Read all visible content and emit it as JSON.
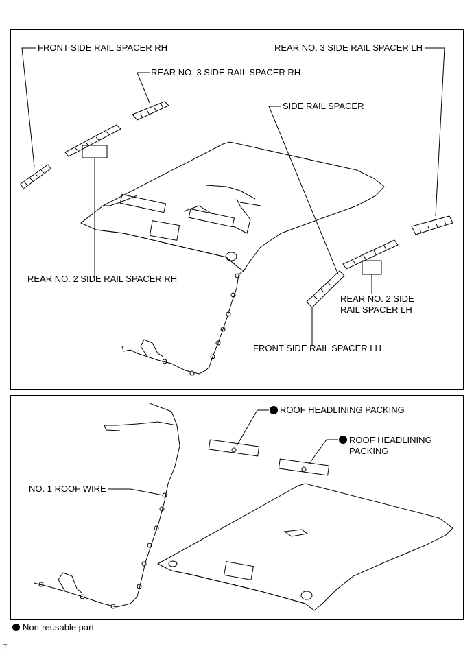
{
  "top_panel": {
    "labels": {
      "front_side_rail_spacer_rh": "FRONT SIDE RAIL SPACER RH",
      "rear_no3_side_rail_spacer_rh": "REAR NO. 3 SIDE RAIL SPACER RH",
      "rear_no3_side_rail_spacer_lh": "REAR NO. 3 SIDE RAIL SPACER LH",
      "side_rail_spacer": "SIDE RAIL SPACER",
      "rear_no2_side_rail_spacer_rh": "REAR NO. 2 SIDE RAIL SPACER RH",
      "rear_no2_side_rail_spacer_lh_line1": "REAR NO. 2 SIDE",
      "rear_no2_side_rail_spacer_lh_line2": "RAIL SPACER LH",
      "front_side_rail_spacer_lh": "FRONT SIDE RAIL SPACER LH"
    }
  },
  "bottom_panel": {
    "labels": {
      "roof_headlining_packing_1": "ROOF HEADLINING PACKING",
      "roof_headlining_packing_2_line1": "ROOF HEADLINING",
      "roof_headlining_packing_2_line2": "PACKING",
      "no1_roof_wire": "NO. 1 ROOF WIRE"
    }
  },
  "legend": {
    "text": "Non-reusable part",
    "symbol": "filled-circle"
  },
  "corner_code": "T",
  "colors": {
    "line": "#000000",
    "background": "#ffffff"
  }
}
